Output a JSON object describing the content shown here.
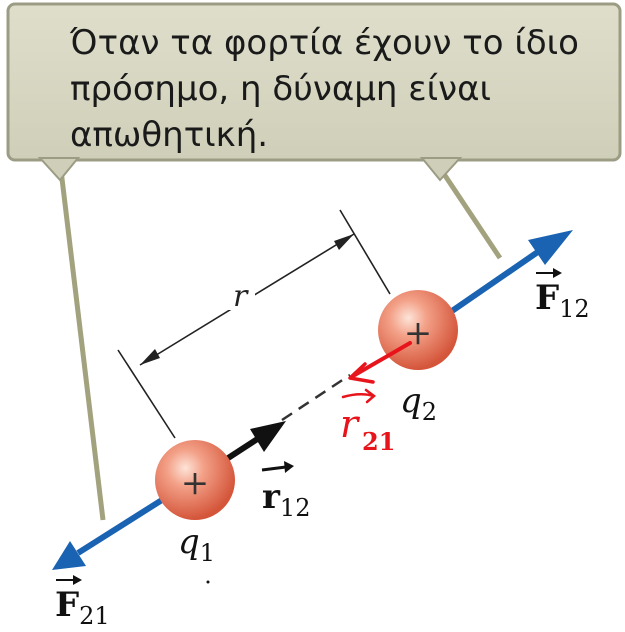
{
  "callout": {
    "lines": [
      "Όταν τα φορτία έχουν το ίδιο",
      "πρόσημο, η δύναμη είναι",
      "απωθητική."
    ]
  },
  "labels": {
    "distance": "r",
    "q1_sign": "+",
    "q2_sign": "+",
    "q1": "q",
    "q1_sub": "1",
    "q2": "q",
    "q2_sub": "2",
    "r12": "r",
    "r12_sub": "12",
    "f12": "F",
    "f12_sub": "12",
    "f21": "F",
    "f21_sub": "21",
    "r21_handwritten": "r",
    "r21_handwritten_sub": "21"
  },
  "colors": {
    "callout_fill": "#d8d8c4",
    "callout_border": "#9c9c84",
    "leader_line": "#a3a27e",
    "force_arrow": "#1a63b2",
    "charge_fill": "#e46e52",
    "ink_red": "#e8141c",
    "unit_vector": "#111111"
  },
  "icons": {
    "charge": "plus-sign-sphere",
    "vector_over": "right-arrow-accent"
  }
}
